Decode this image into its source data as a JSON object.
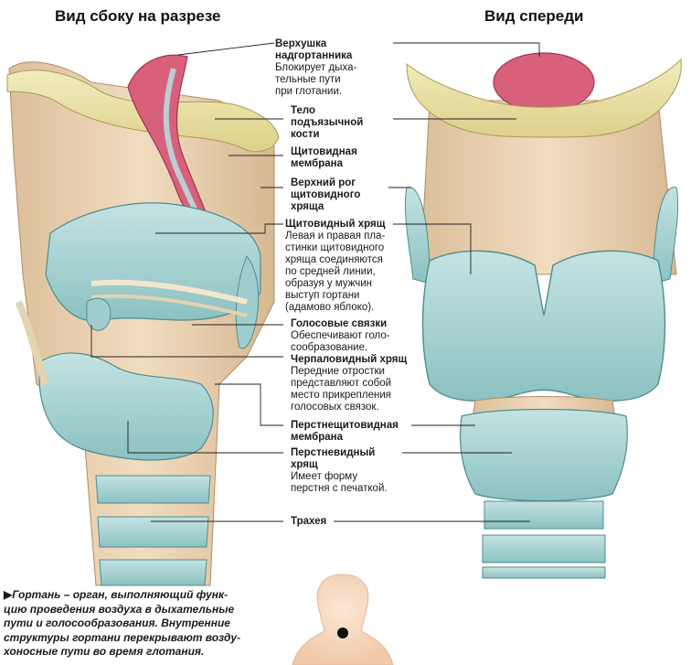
{
  "titles": {
    "side": "Вид сбоку на разрезе",
    "front": "Вид спереди"
  },
  "labels": {
    "epiglottis": {
      "name": "Верхушка\nнадгортанника",
      "desc": "Блокирует дыха-\nтельные пути\nпри глотании."
    },
    "hyoid": {
      "name": "Тело\nподъязычной\nкости",
      "desc": ""
    },
    "thyrohyoid": {
      "name": "Щитовидная\nмембрана",
      "desc": ""
    },
    "superior_horn": {
      "name": "Верхний рог\nщитовидного\nхряща",
      "desc": ""
    },
    "thyroid": {
      "name": "Щитовидный хрящ",
      "desc": "Левая и правая пла-\nстинки щитовидного\nхряща соединяются\nпо средней линии,\nобразуя у мужчин\nвыступ гортани\n(адамово яблоко)."
    },
    "vocal_cords": {
      "name": "Голосовые связки",
      "desc": "Обеспечивают голо-\nсообразование."
    },
    "arytenoid": {
      "name": "Черпаловидный хрящ",
      "desc": "Передние отростки\nпредставляют собой\nместо прикрепления\nголосовых связок."
    },
    "cricothyroid": {
      "name": "Перстнещитовидная\nмембрана",
      "desc": ""
    },
    "cricoid": {
      "name": "Перстневидный\nхрящ",
      "desc": "Имеет форму\nперстня с печаткой."
    },
    "trachea": {
      "name": "Трахея",
      "desc": ""
    }
  },
  "caption": {
    "marker": "▶",
    "text": "Гортань – орган, выполняющий функ-\nцию проведения воздуха в дыхательные\nпути и голосообразования. Внутренние\nструктуры гортани перекрывают возду-\nхоносные пути во время глотания."
  },
  "colors": {
    "cartilage": "#a9d3d3",
    "cartilage_dark": "#5f9ea0",
    "bone": "#ebe3a4",
    "tissue": "#e8cfae",
    "epiglottis": "#d9607a"
  },
  "icons": {
    "marker": "head-silhouette-icon"
  }
}
